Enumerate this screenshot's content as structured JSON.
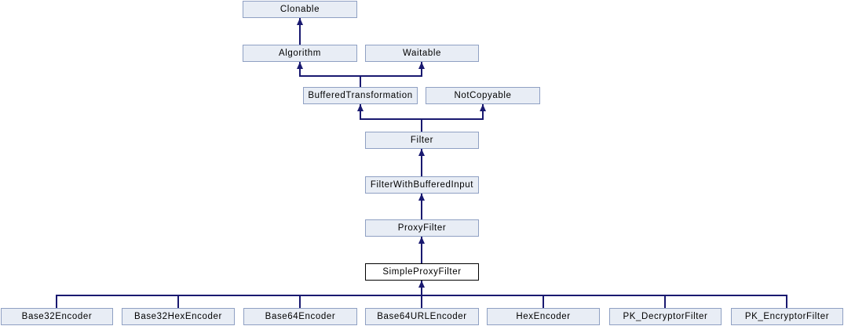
{
  "diagram": {
    "kind": "class-inheritance-graph",
    "colors": {
      "background": "#ffffff",
      "node_fill": "#e8edf5",
      "node_border": "#8fa0c3",
      "current_node_fill": "#ffffff",
      "current_node_border": "#000000",
      "edge": "#191970",
      "text": "#000000"
    },
    "nodes": [
      {
        "id": "clonable",
        "label": "Clonable",
        "current": false
      },
      {
        "id": "algorithm",
        "label": "Algorithm",
        "current": false
      },
      {
        "id": "waitable",
        "label": "Waitable",
        "current": false
      },
      {
        "id": "bufferedtransformation",
        "label": "BufferedTransformation",
        "current": false
      },
      {
        "id": "notcopyable",
        "label": "NotCopyable",
        "current": false
      },
      {
        "id": "filter",
        "label": "Filter",
        "current": false
      },
      {
        "id": "filterwithbufferedinput",
        "label": "FilterWithBufferedInput",
        "current": false
      },
      {
        "id": "proxyfilter",
        "label": "ProxyFilter",
        "current": false
      },
      {
        "id": "simpleproxyfilter",
        "label": "SimpleProxyFilter",
        "current": true
      },
      {
        "id": "base32encoder",
        "label": "Base32Encoder",
        "current": false
      },
      {
        "id": "base32hexencoder",
        "label": "Base32HexEncoder",
        "current": false
      },
      {
        "id": "base64encoder",
        "label": "Base64Encoder",
        "current": false
      },
      {
        "id": "base64urlencoder",
        "label": "Base64URLEncoder",
        "current": false
      },
      {
        "id": "hexencoder",
        "label": "HexEncoder",
        "current": false
      },
      {
        "id": "pk_decryptorfilter",
        "label": "PK_DecryptorFilter",
        "current": false
      },
      {
        "id": "pk_encryptorfilter",
        "label": "PK_EncryptorFilter",
        "current": false
      }
    ],
    "edges": [
      {
        "child": "Algorithm",
        "parent": "Clonable"
      },
      {
        "child": "BufferedTransformation",
        "parent": "Algorithm"
      },
      {
        "child": "BufferedTransformation",
        "parent": "Waitable"
      },
      {
        "child": "Filter",
        "parent": "BufferedTransformation"
      },
      {
        "child": "Filter",
        "parent": "NotCopyable"
      },
      {
        "child": "FilterWithBufferedInput",
        "parent": "Filter"
      },
      {
        "child": "ProxyFilter",
        "parent": "FilterWithBufferedInput"
      },
      {
        "child": "SimpleProxyFilter",
        "parent": "ProxyFilter"
      },
      {
        "child": "Base32Encoder",
        "parent": "SimpleProxyFilter"
      },
      {
        "child": "Base32HexEncoder",
        "parent": "SimpleProxyFilter"
      },
      {
        "child": "Base64Encoder",
        "parent": "SimpleProxyFilter"
      },
      {
        "child": "Base64URLEncoder",
        "parent": "SimpleProxyFilter"
      },
      {
        "child": "HexEncoder",
        "parent": "SimpleProxyFilter"
      },
      {
        "child": "PK_DecryptorFilter",
        "parent": "SimpleProxyFilter"
      },
      {
        "child": "PK_EncryptorFilter",
        "parent": "SimpleProxyFilter"
      }
    ]
  }
}
